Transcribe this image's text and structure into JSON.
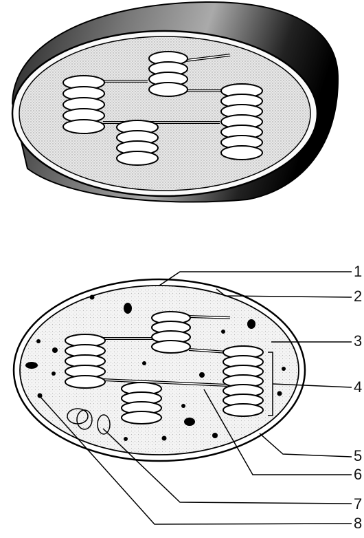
{
  "labels": [
    {
      "id": 1,
      "text": "1"
    },
    {
      "id": 2,
      "text": "2"
    },
    {
      "id": 3,
      "text": "3"
    },
    {
      "id": 4,
      "text": "4"
    },
    {
      "id": 5,
      "text": "5"
    },
    {
      "id": 6,
      "text": "6"
    },
    {
      "id": 7,
      "text": "7"
    },
    {
      "id": 8,
      "text": "8"
    }
  ]
}
